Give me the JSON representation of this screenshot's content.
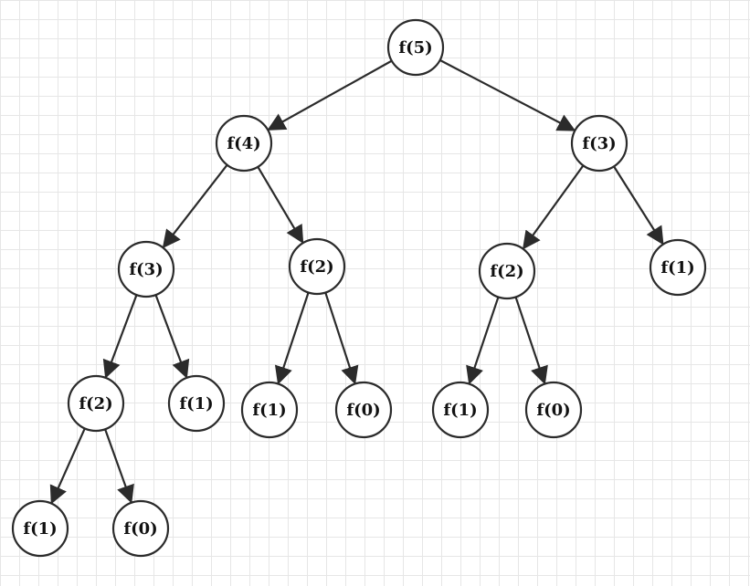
{
  "diagram": {
    "type": "tree",
    "colors": {
      "stroke": "#2b2b2b",
      "grid": "#e6e6e6",
      "background": "#ffffff"
    },
    "nodes": [
      {
        "id": "n1",
        "label": "f(5)"
      },
      {
        "id": "n2",
        "label": "f(4)"
      },
      {
        "id": "n3",
        "label": "f(3)"
      },
      {
        "id": "n4",
        "label": "f(3)"
      },
      {
        "id": "n5",
        "label": "f(2)"
      },
      {
        "id": "n6",
        "label": "f(2)"
      },
      {
        "id": "n7",
        "label": "f(1)"
      },
      {
        "id": "n8",
        "label": "f(2)"
      },
      {
        "id": "n9",
        "label": "f(1)"
      },
      {
        "id": "n10",
        "label": "f(1)"
      },
      {
        "id": "n11",
        "label": "f(0)"
      },
      {
        "id": "n12",
        "label": "f(1)"
      },
      {
        "id": "n13",
        "label": "f(0)"
      },
      {
        "id": "n14",
        "label": "f(1)"
      },
      {
        "id": "n15",
        "label": "f(0)"
      }
    ],
    "edges": [
      {
        "from": "n1",
        "to": "n2"
      },
      {
        "from": "n1",
        "to": "n3"
      },
      {
        "from": "n2",
        "to": "n4"
      },
      {
        "from": "n2",
        "to": "n5"
      },
      {
        "from": "n3",
        "to": "n6"
      },
      {
        "from": "n3",
        "to": "n7"
      },
      {
        "from": "n4",
        "to": "n8"
      },
      {
        "from": "n4",
        "to": "n9"
      },
      {
        "from": "n5",
        "to": "n10"
      },
      {
        "from": "n5",
        "to": "n11"
      },
      {
        "from": "n6",
        "to": "n12"
      },
      {
        "from": "n6",
        "to": "n13"
      },
      {
        "from": "n8",
        "to": "n14"
      },
      {
        "from": "n8",
        "to": "n15"
      }
    ]
  }
}
